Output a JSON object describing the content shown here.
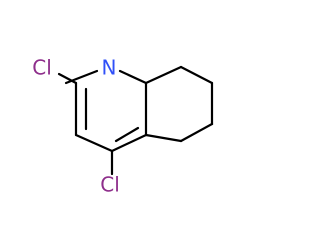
{
  "molecule": {
    "atoms": {
      "nitrogen": {
        "label": "N",
        "color": "#3050F8"
      },
      "chlorine_2": {
        "label": "Cl",
        "color": "#8E2E8B"
      },
      "chlorine_4": {
        "label": "Cl",
        "color": "#8E2E8B"
      }
    },
    "colors": {
      "bond": "#000000",
      "background": "#FFFFFF"
    }
  }
}
